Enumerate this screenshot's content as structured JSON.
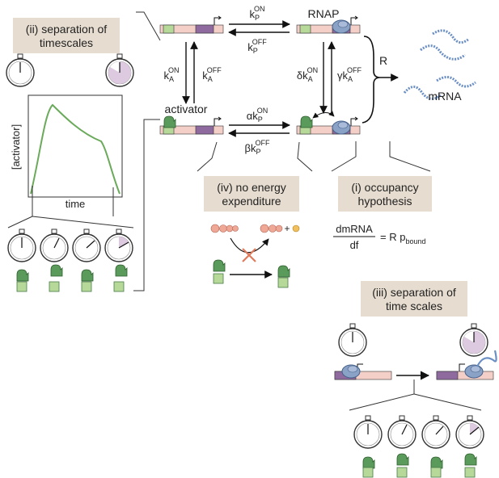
{
  "boxes": {
    "timescales_ii": {
      "line1": "(ii) separation of",
      "line2": "timescales"
    },
    "energy_iv": {
      "line1": "(iv) no energy",
      "line2": "expenditure"
    },
    "occupancy_i": {
      "line1": "(i) occupancy",
      "line2": "hypothesis"
    },
    "timescales_iii": {
      "line1": "(iii) separation of",
      "line2": "time scales"
    }
  },
  "labels": {
    "rnap": "RNAP",
    "activator": "activator",
    "mrna": "mRNA",
    "rate_R": "R"
  },
  "rates": {
    "kp_on": {
      "base": "k",
      "sub": "P",
      "sup": "ON"
    },
    "kp_off": {
      "base": "k",
      "sub": "P",
      "sup": "OFF"
    },
    "ka_on": {
      "base": "k",
      "sub": "A",
      "sup": "ON"
    },
    "ka_off": {
      "base": "k",
      "sub": "A",
      "sup": "OFF"
    },
    "delta_ka_on": {
      "base": "δk",
      "sub": "A",
      "sup": "ON"
    },
    "gamma_ka_off": {
      "base": "γk",
      "sub": "A",
      "sup": "OFF"
    },
    "alpha_kp_on": {
      "base": "αk",
      "sub": "P",
      "sup": "ON"
    },
    "beta_kp_off": {
      "base": "βk",
      "sub": "P",
      "sup": "OFF"
    }
  },
  "plot": {
    "ylabel": "[activator]",
    "xlabel": "time"
  },
  "equation": {
    "numerator": "dmRNA",
    "denominator": "df",
    "rhs": "= R p",
    "sub": "bound"
  },
  "colors": {
    "box_fill": "#e6ddd0",
    "green": "#5a9a5a",
    "light_green": "#b6d99a",
    "purple": "#8e6a9e",
    "pink": "#f3cfc8",
    "rnap": "#8aa2c6",
    "mrna": "#6b8fc4",
    "clock_fill": "#ddc9e0"
  }
}
